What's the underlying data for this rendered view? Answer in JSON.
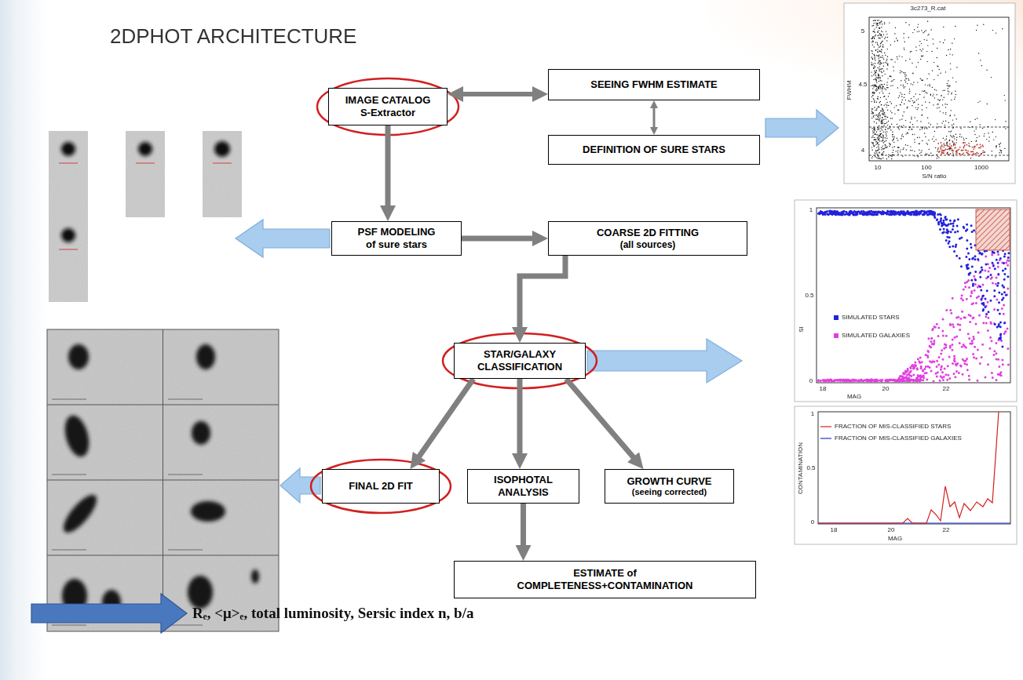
{
  "diagram": {
    "title": "2DPHOT ARCHITECTURE",
    "nodes": [
      {
        "text": [
          "IMAGE CATALOG",
          "S-Extractor"
        ]
      },
      {
        "text": [
          "SEEING FWHM ESTIMATE"
        ]
      },
      {
        "text": [
          "DEFINITION OF SURE STARS"
        ]
      },
      {
        "text": [
          "PSF MODELING",
          "of sure stars"
        ]
      },
      {
        "text": [
          "COARSE 2D FITTING",
          "(all sources)"
        ]
      },
      {
        "text": [
          "STAR/GALAXY CLASSIFICATION"
        ]
      },
      {
        "text": [
          "FINAL 2D FIT"
        ]
      },
      {
        "text": [
          "ISOPHOTAL ANALYSIS"
        ]
      },
      {
        "text": [
          "GROWTH CURVE",
          "(seeing corrected)"
        ]
      },
      {
        "text": [
          "ESTIMATE of COMPLETENESS+CONTAMINATION"
        ]
      }
    ],
    "edges": [
      {
        "from": 0,
        "to": 1,
        "arrow": "both"
      },
      {
        "from": 1,
        "to": 2,
        "arrow": "both"
      },
      {
        "from": 0,
        "to": 3,
        "arrow": "to"
      },
      {
        "from": 3,
        "to": 4,
        "arrow": "to"
      },
      {
        "from": 4,
        "to": 5,
        "arrow": "to"
      },
      {
        "from": 5,
        "to": 6,
        "arrow": "to"
      },
      {
        "from": 5,
        "to": 7,
        "arrow": "to"
      },
      {
        "from": 5,
        "to": 8,
        "arrow": "to"
      },
      {
        "from": 7,
        "to": 9,
        "arrow": "to"
      }
    ],
    "labels": [
      "3c273_R.cat",
      "FWHM",
      "5",
      "4.5",
      "4",
      "S/N ratio",
      "10",
      "100",
      "1000",
      "SI",
      "1",
      "0.5",
      "0",
      "MAG",
      "18",
      "20",
      "22",
      "CONTAMINATION",
      "1",
      "0.5",
      "0",
      "MAG",
      "18",
      "20",
      "22",
      "Rₑ, <μ>ₑ, total luminosity, Sersic index n, b/a"
    ],
    "legend": [
      {
        "text": "SIMULATED STARS",
        "color": "#2222dd"
      },
      {
        "text": "SIMULATED GALAXIES",
        "color": "#e040e0"
      },
      {
        "text": "FRACTION OF MIS-CLASSIFIED STARS"
      },
      {
        "text": "FRACTION OF MIS-CLASSIFIED GALAXIES"
      }
    ]
  }
}
